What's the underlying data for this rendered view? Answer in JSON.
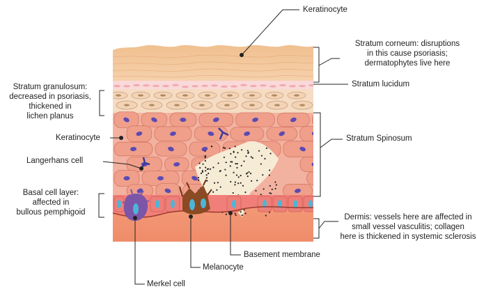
{
  "labels": {
    "keratinocyte_top": "Keratinocyte",
    "stratum_corneum": [
      "Stratum corneum: disruptions",
      "in this cause psoriasis;",
      "dermatophytes live here"
    ],
    "stratum_lucidum": "Stratum lucidum",
    "stratum_granulosum": [
      "Stratum granulosum:",
      "decreased in psoriasis,",
      "thickened in",
      "lichen planus"
    ],
    "keratinocyte_left": "Keratinocyte",
    "stratum_spinosum": "Stratum Spinosum",
    "langerhans": "Langerhans cell",
    "basal": [
      "Basal cell layer:",
      "affected in",
      "bullous pemphigoid"
    ],
    "dermis": [
      "Dermis: vessels here are affected in",
      "small vessel vasculitis; collagen",
      "here is thickened in systemic sclerosis"
    ],
    "basement": "Basement membrane",
    "melanocyte": "Melanocyte",
    "merkel": "Merkel cell"
  },
  "colors": {
    "corneum": "#f2c8a0",
    "lucidum": "#f9d6d6",
    "granulosum_cell": "#f2d3b5",
    "spinosum_cell": "#ef9f8a",
    "nucleus": "#5b4ab3",
    "dermis": "#f08a6c",
    "basal_cell": "#ee7f78",
    "merkel": "#7b55a8",
    "melanocyte": "#8a4a23",
    "line": "#222222"
  }
}
